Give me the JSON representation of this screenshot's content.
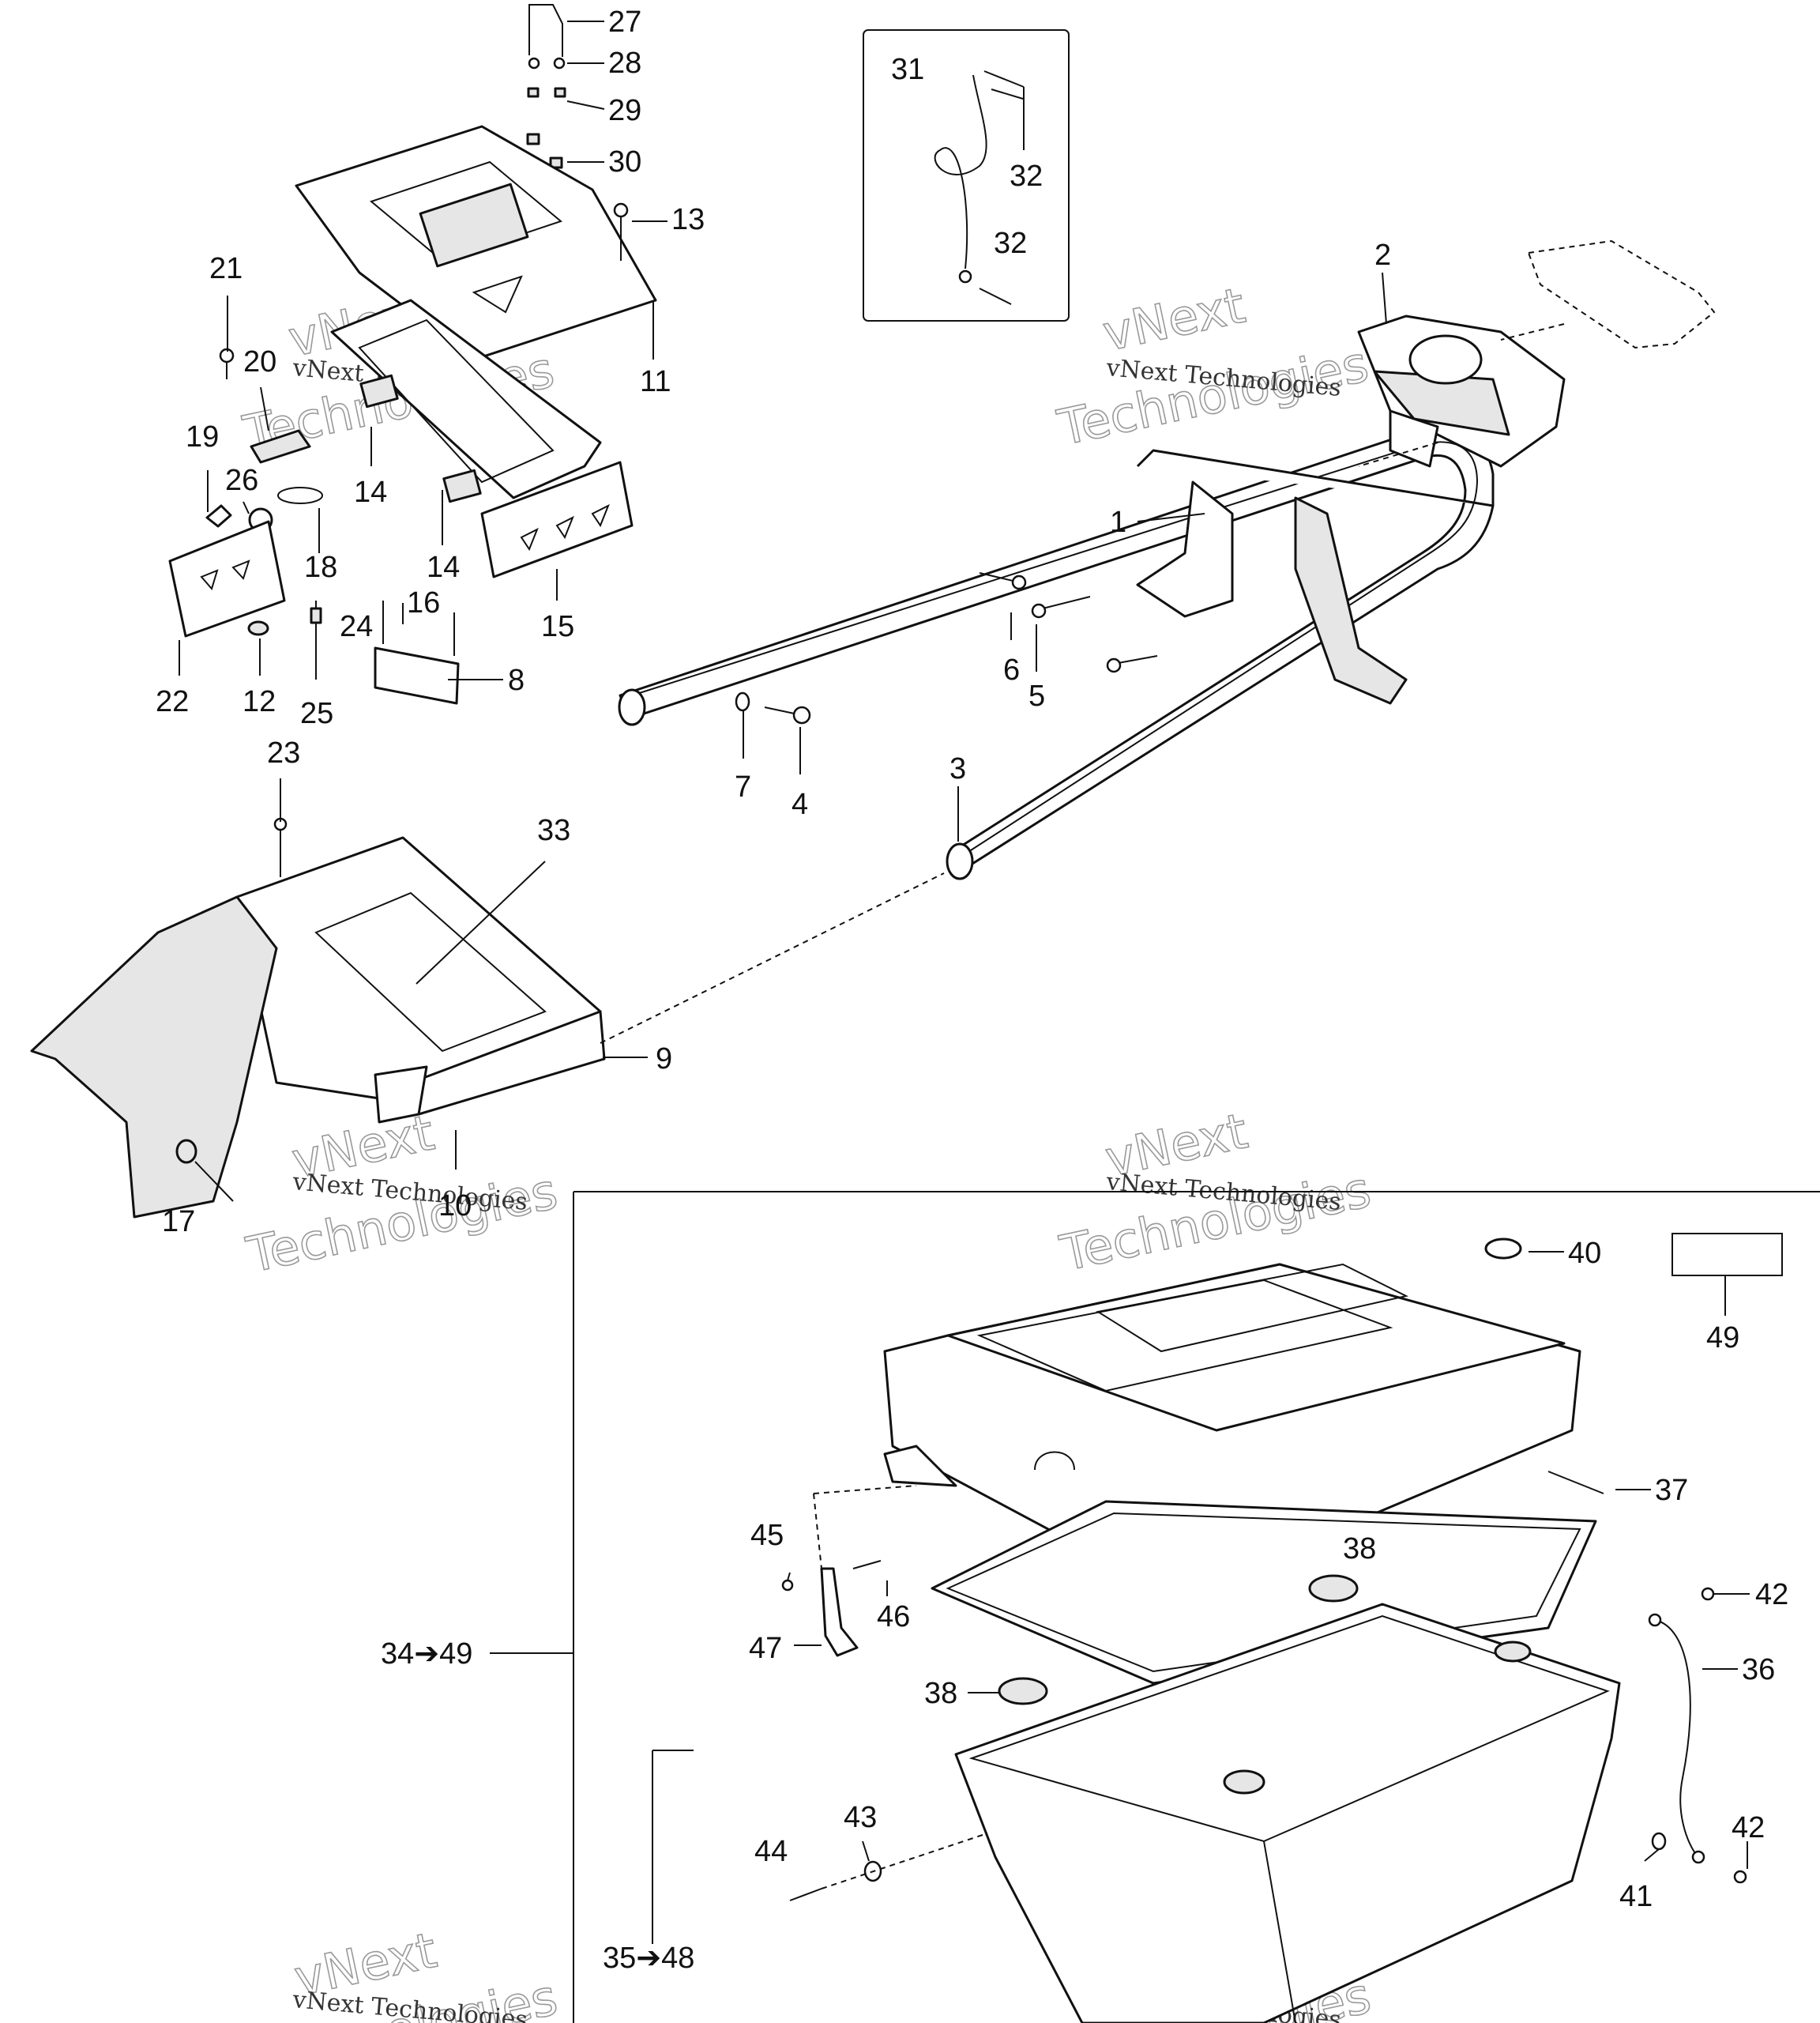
{
  "watermark": {
    "line1": "vNext Technologies",
    "line2": "vNext",
    "line3": "Technologies"
  },
  "callouts": {
    "c1": "1",
    "c2": "2",
    "c3": "3",
    "c4": "4",
    "c5": "5",
    "c6": "6",
    "c7": "7",
    "c8": "8",
    "c9": "9",
    "c10": "10",
    "c11": "11",
    "c12": "12",
    "c13": "13",
    "c14a": "14",
    "c14b": "14",
    "c15": "15",
    "c16": "16",
    "c17": "17",
    "c18": "18",
    "c19": "19",
    "c20": "20",
    "c21": "21",
    "c22": "22",
    "c23": "23",
    "c24": "24",
    "c25": "25",
    "c26": "26",
    "c27": "27",
    "c28": "28",
    "c29": "29",
    "c30": "30",
    "c31": "31",
    "c32a": "32",
    "c32b": "32",
    "c33": "33",
    "c34": "34➔49",
    "c35": "35➔48",
    "c36": "36",
    "c37": "37",
    "c38a": "38",
    "c38b": "38",
    "c40": "40",
    "c41": "41",
    "c42a": "42",
    "c42b": "42",
    "c43": "43",
    "c44": "44",
    "c45": "45",
    "c46": "46",
    "c47": "47",
    "c49": "49"
  },
  "icons": {
    "arrow": "right-arrow-icon"
  }
}
